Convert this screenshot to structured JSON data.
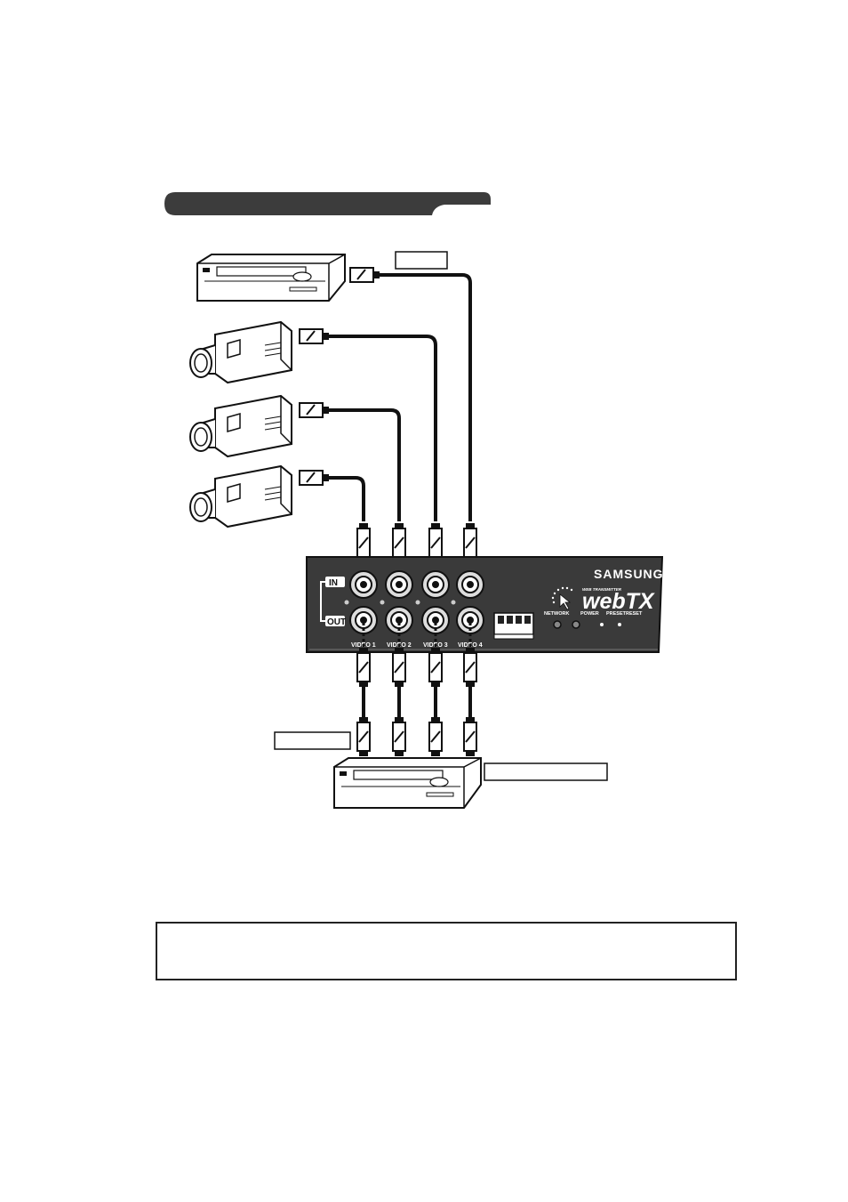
{
  "section_header": {
    "text": ""
  },
  "labels": {
    "vcr_source_label": "",
    "monitor_label": "",
    "recorder_label": ""
  },
  "device": {
    "brand": "SAMSUNG",
    "subtitle": "WEB TRANSMITTER",
    "logo": "webTX",
    "in_label": "IN",
    "out_label": "OUT",
    "video_ports": [
      "VIDEO 1",
      "VIDEO 2",
      "VIDEO 3",
      "VIDEO 4"
    ],
    "indicators": [
      "NETWORK",
      "POWER",
      "PRESET",
      "RESET"
    ]
  },
  "note": {
    "text": ""
  },
  "colors": {
    "panel": "#3a3a3a",
    "header": "#3c3c3c",
    "line": "#111111"
  }
}
